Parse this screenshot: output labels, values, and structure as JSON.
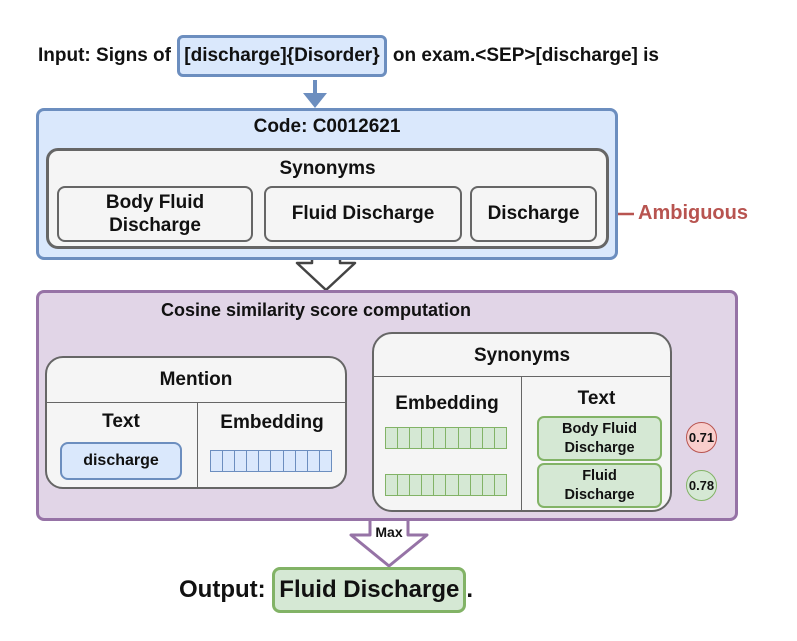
{
  "input": {
    "prefix": "Input: Signs of ",
    "highlight": "[discharge]{Disorder}",
    "suffix": " on exam.<SEP>[discharge] is"
  },
  "code_box": {
    "title": "Code: C0012621",
    "synonyms_title": "Synonyms",
    "synonyms": [
      "Body Fluid Discharge",
      "Fluid Discharge",
      "Discharge"
    ],
    "ambiguous_label": "Ambiguous"
  },
  "cosine_box": {
    "title": "Cosine similarity score computation",
    "mention": {
      "title": "Mention",
      "text_header": "Text",
      "text_value": "discharge",
      "embedding_header": "Embedding"
    },
    "synonyms": {
      "title": "Synonyms",
      "embedding_header": "Embedding",
      "text_header": "Text",
      "items": [
        "Body Fluid Discharge",
        "Fluid Discharge"
      ],
      "scores": [
        "0.71",
        "0.78"
      ]
    }
  },
  "max_label": "Max",
  "output": {
    "prefix": "Output: ",
    "value": "Fluid Discharge",
    "period": "."
  },
  "colors": {
    "blue_fill": "#dae8fc",
    "blue_stroke": "#6c8ebf",
    "purple_fill": "#e1d5e7",
    "purple_stroke": "#9673a6",
    "green_fill": "#d5e8d4",
    "green_stroke": "#82b366",
    "red_fill": "#f8cecc",
    "red_stroke": "#b85450",
    "gray_fill": "#f5f5f5",
    "gray_stroke": "#666666"
  }
}
